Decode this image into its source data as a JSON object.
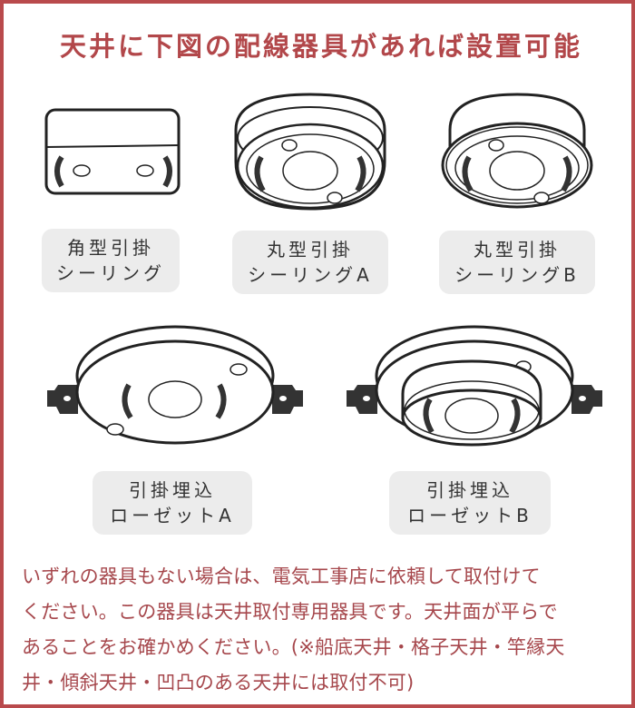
{
  "title": "天井に下図の配線器具があれば設置可能",
  "colors": {
    "border": "#b94a4c",
    "title": "#b2474a",
    "note_text": "#a6474c",
    "label_bg": "#ececec",
    "label_text": "#333333",
    "line_art": "#222222"
  },
  "fixtures": [
    {
      "icon": "square-ceiling-hook-icon",
      "label_line1": "角型引掛",
      "label_line2": "シーリング"
    },
    {
      "icon": "round-ceiling-hook-a-icon",
      "label_line1": "丸型引掛",
      "label_line2": "シーリングA"
    },
    {
      "icon": "round-ceiling-hook-b-icon",
      "label_line1": "丸型引掛",
      "label_line2": "シーリングB"
    },
    {
      "icon": "embedded-rosette-a-icon",
      "label_line1": "引掛埋込",
      "label_line2": "ローゼットA"
    },
    {
      "icon": "embedded-rosette-b-icon",
      "label_line1": "引掛埋込",
      "label_line2": "ローゼットB"
    }
  ],
  "note": {
    "lines": [
      "いずれの器具もない場合は、電気工事店に依頼して取付けて",
      "ください。この器具は天井取付専用器具です。天井面が平らで",
      "あることをお確かめください。(※船底天井・格子天井・竿縁天",
      "井・傾斜天井・凹凸のある天井には取付不可)"
    ]
  }
}
